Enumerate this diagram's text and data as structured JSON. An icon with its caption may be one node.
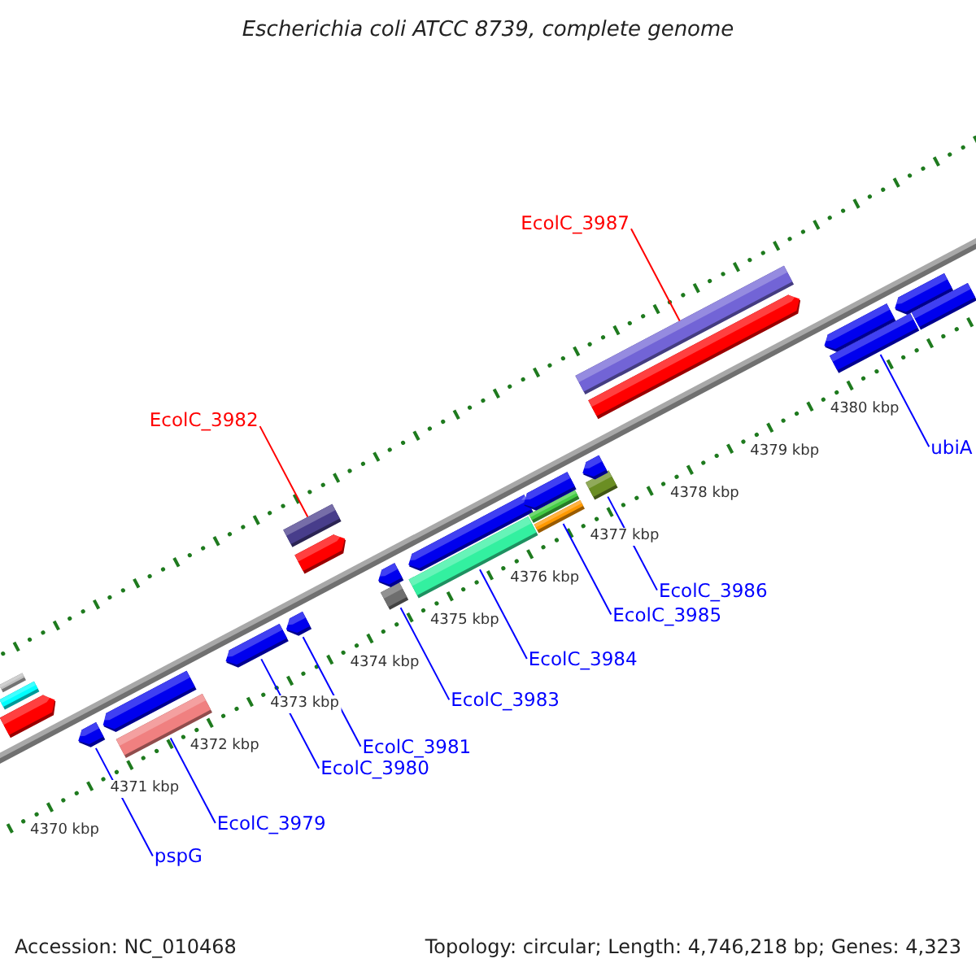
{
  "diagram": {
    "title": "Escherichia coli ATCC 8739, complete genome",
    "nodes": [
      {
        "text": [
          "EcolC_3987"
        ]
      },
      {
        "text": [],
        "shape": "bar"
      },
      {
        "text": [
          "EcolC_3982"
        ]
      },
      {
        "text": [],
        "shape": "bar"
      },
      {
        "text": [
          "pspG"
        ]
      },
      {
        "text": [],
        "shape": "bar"
      },
      {
        "text": [
          "EcolC_3979"
        ]
      },
      {
        "text": [],
        "shape": "bar"
      },
      {
        "text": [
          "EcolC_3980"
        ]
      },
      {
        "text": [],
        "shape": "bar"
      },
      {
        "text": [
          "EcolC_3981"
        ]
      },
      {
        "text": [],
        "shape": "bar"
      },
      {
        "text": [
          "EcolC_3983"
        ]
      },
      {
        "text": [],
        "shape": "bar"
      },
      {
        "text": [
          "EcolC_3984"
        ]
      },
      {
        "text": [],
        "shape": "bar"
      },
      {
        "text": [
          "EcolC_3985"
        ]
      },
      {
        "text": [],
        "shape": "bar"
      },
      {
        "text": [
          "EcolC_3986"
        ]
      },
      {
        "text": [],
        "shape": "bar"
      },
      {
        "text": [
          "ubiA"
        ]
      },
      {
        "text": [],
        "shape": "bar"
      },
      {
        "text": [],
        "shape": "bar"
      },
      {
        "text": [],
        "shape": "bar"
      },
      {
        "text": [],
        "shape": "bar"
      },
      {
        "text": [],
        "shape": "bar"
      },
      {
        "text": [],
        "shape": "bar"
      },
      {
        "text": [],
        "shape": "bar"
      },
      {
        "text": [],
        "shape": "bar"
      },
      {
        "text": [],
        "shape": "bar"
      },
      {
        "text": [],
        "shape": "bar"
      },
      {
        "text": [],
        "shape": "bar"
      },
      {
        "text": [],
        "shape": "bar"
      },
      {
        "text": [],
        "shape": "bar"
      },
      {
        "text": [],
        "shape": "bar"
      },
      {
        "text": [],
        "shape": "bar"
      }
    ],
    "edges": [
      {
        "from": 0,
        "to": 1,
        "arrow": "none",
        "color": "#ff0000"
      },
      {
        "from": 2,
        "to": 3,
        "arrow": "none",
        "color": "#ff0000"
      },
      {
        "from": 4,
        "to": 5,
        "arrow": "none"
      },
      {
        "from": 6,
        "to": 7,
        "arrow": "none"
      },
      {
        "from": 8,
        "to": 9,
        "arrow": "none"
      },
      {
        "from": 10,
        "to": 11,
        "arrow": "none"
      },
      {
        "from": 12,
        "to": 13,
        "arrow": "none"
      },
      {
        "from": 14,
        "to": 15,
        "arrow": "none"
      },
      {
        "from": 16,
        "to": 17,
        "arrow": "none"
      },
      {
        "from": 18,
        "to": 19,
        "arrow": "none"
      },
      {
        "from": 20,
        "to": 21,
        "arrow": "none"
      }
    ],
    "labels": [
      "4370 kbp",
      "4371 kbp",
      "4372 kbp",
      "4373 kbp",
      "4374 kbp",
      "4375 kbp",
      "4376 kbp",
      "4377 kbp",
      "4378 kbp",
      "4379 kbp",
      "4380 kbp",
      "Accession: NC_010468",
      "Topology: circular; Length: 4,746,218 bp; Genes: 4,323"
    ]
  }
}
